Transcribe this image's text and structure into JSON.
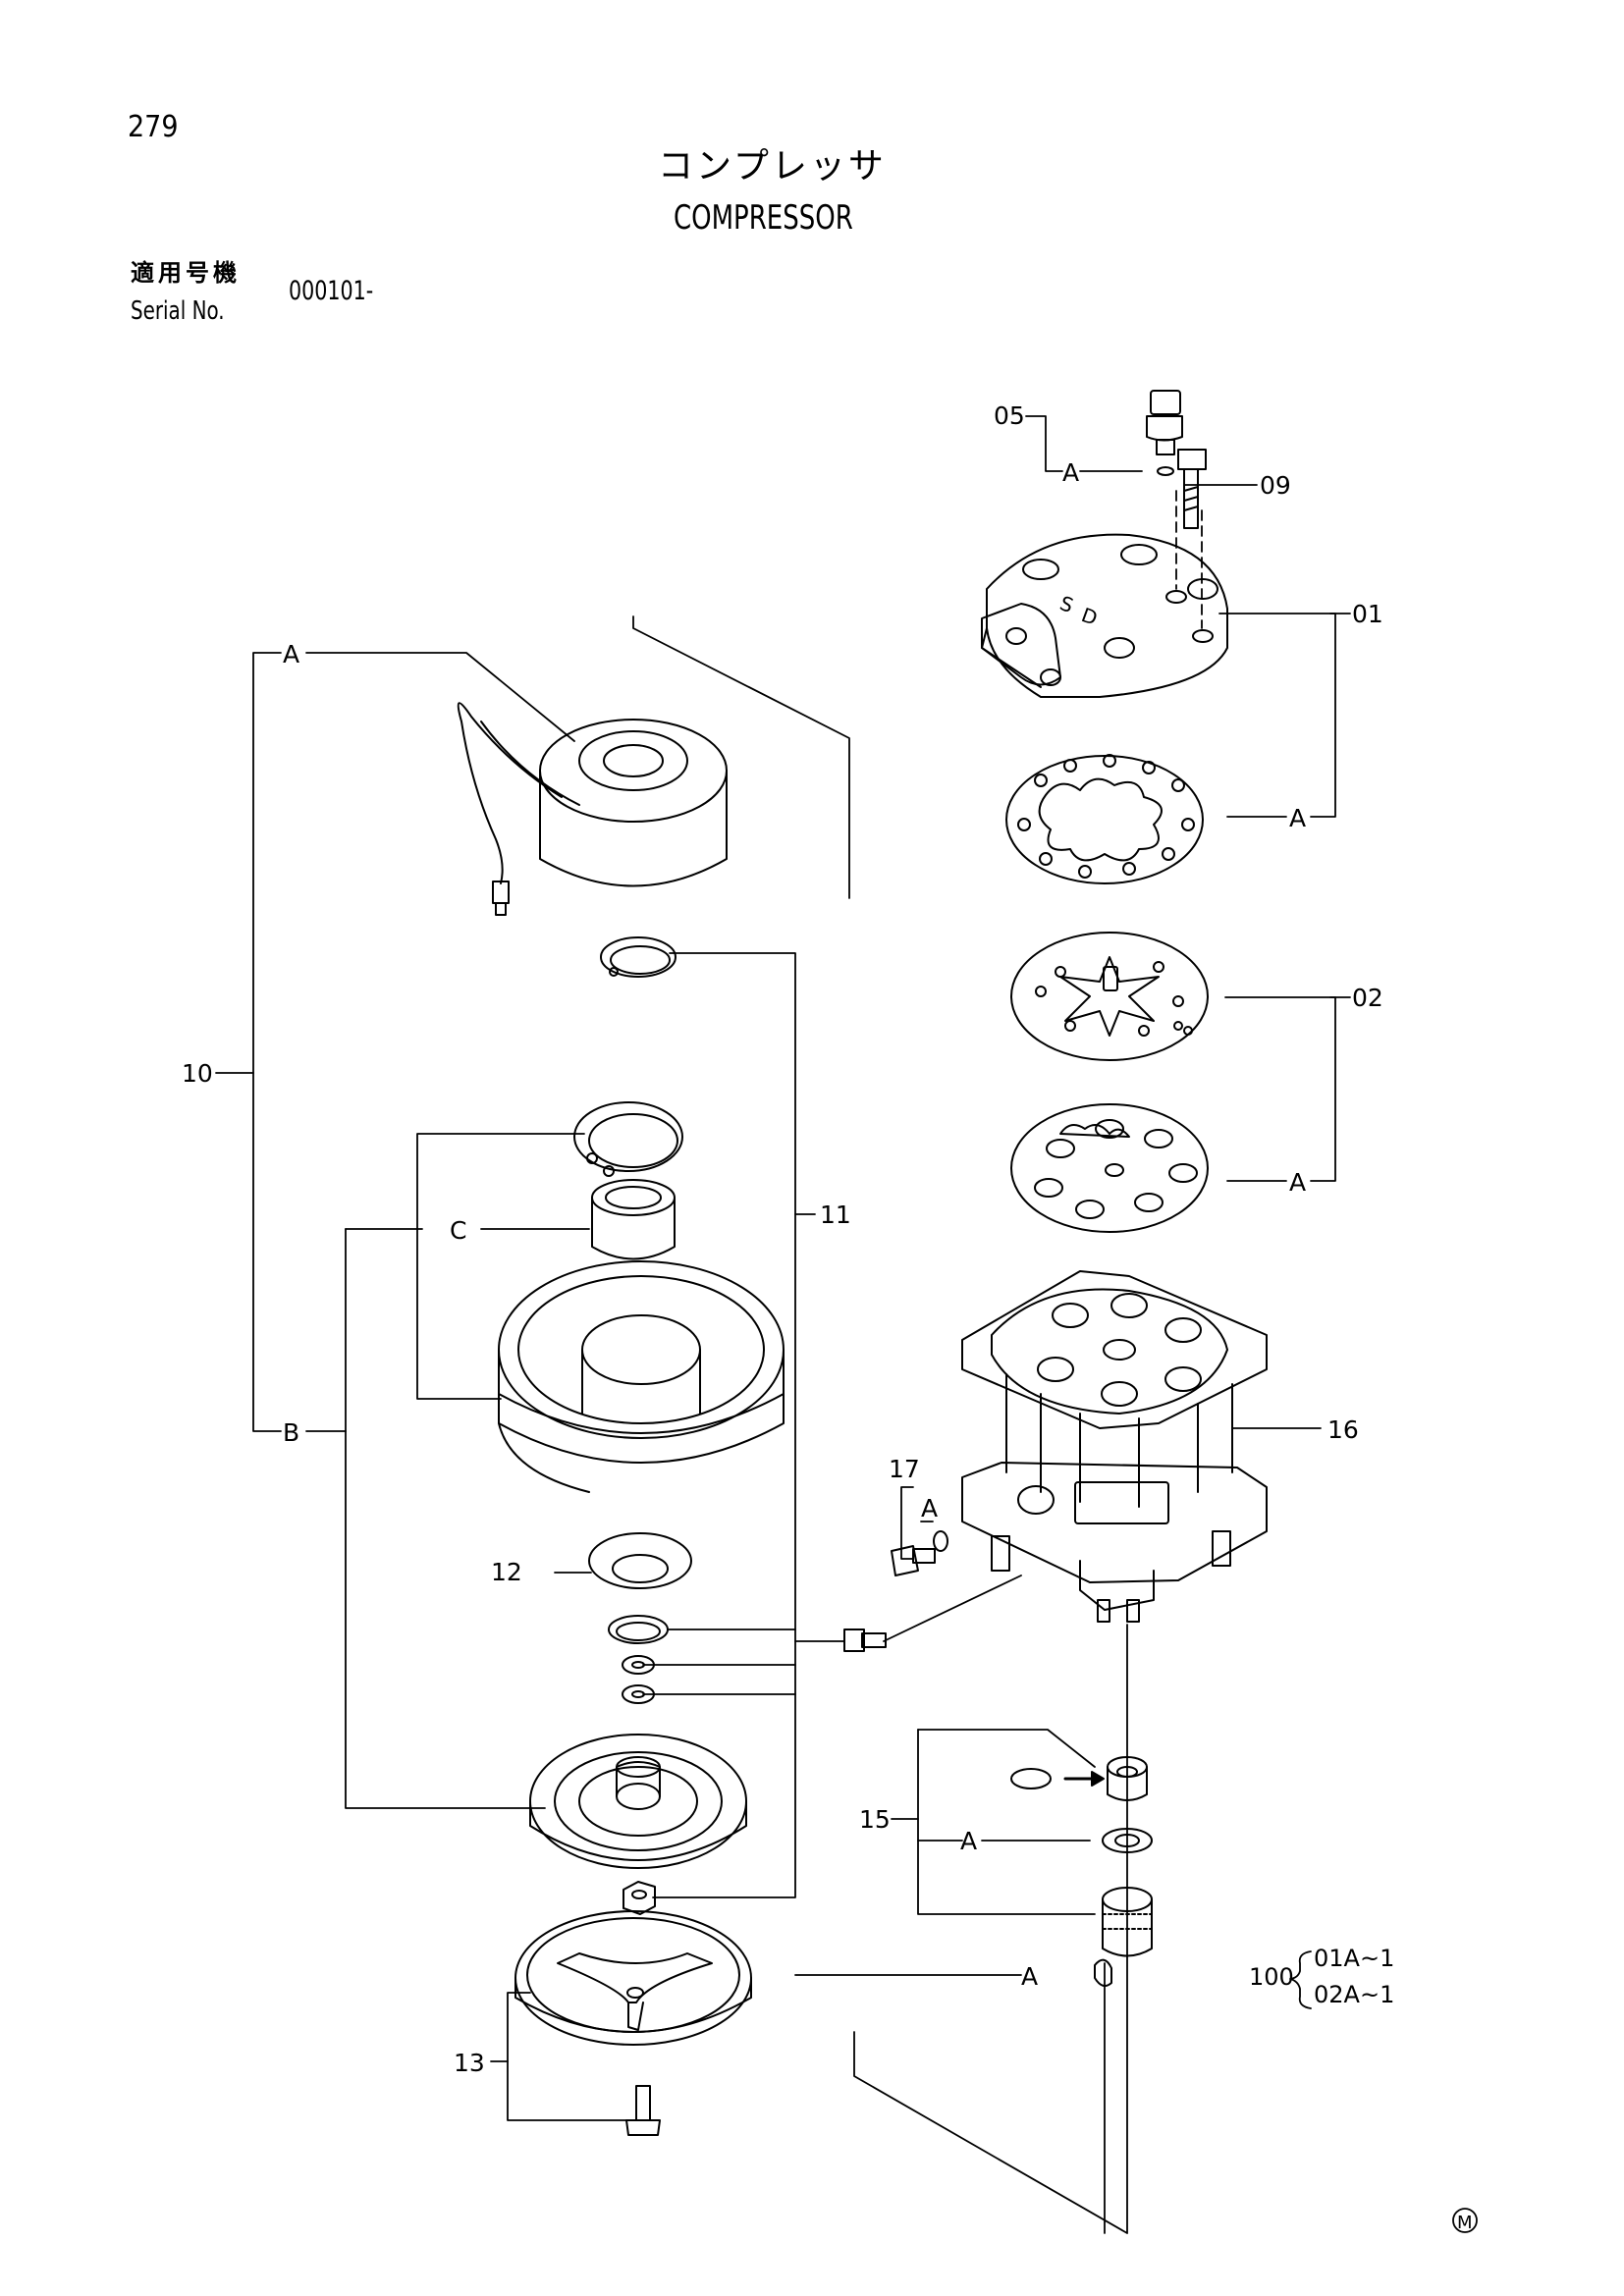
{
  "page_number": "279",
  "title_jp": "コンプレッサ",
  "title_en": "COMPRESSOR",
  "serial_label_jp": "適用号機",
  "serial_label_en": "Serial No.",
  "serial_value": "000101-",
  "callouts": {
    "p05": "05",
    "p09": "09",
    "p01": "01",
    "p02": "02",
    "p10": "10",
    "p11": "11",
    "p12": "12",
    "p13": "13",
    "p15": "15",
    "p16": "16",
    "p17": "17",
    "grpA": "A",
    "grpB": "B",
    "grpC": "C"
  },
  "kit": {
    "qty": "100",
    "items": [
      "01A~1",
      "02A~1"
    ]
  },
  "mark": "M"
}
